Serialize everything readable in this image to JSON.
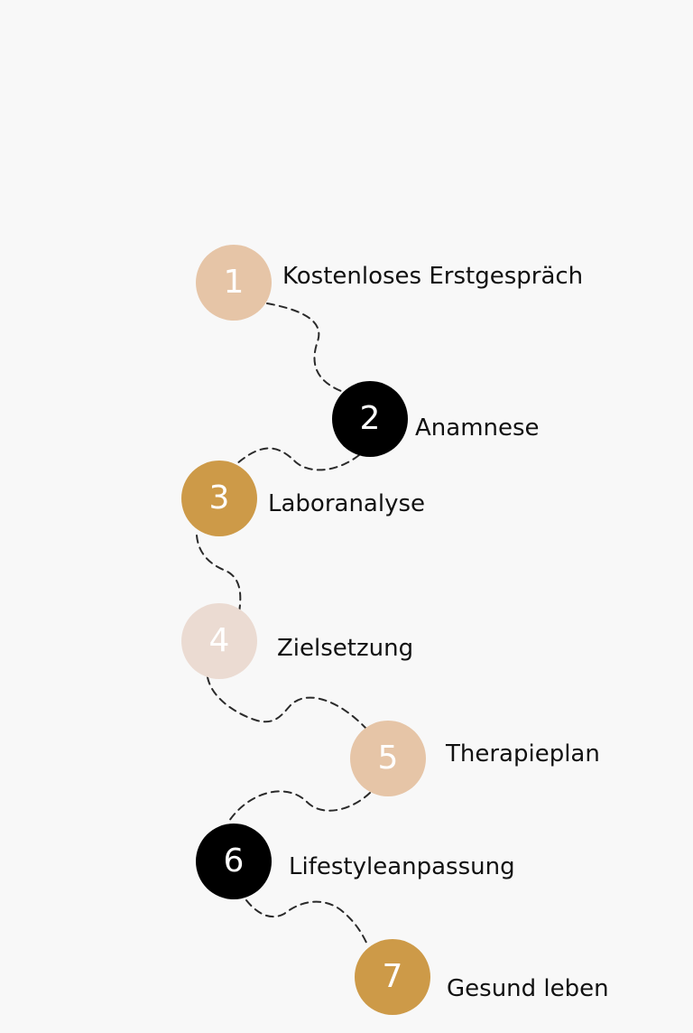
{
  "steps": [
    {
      "number": "1",
      "label": "Kostenloses Erstgespräch",
      "color": "#e6c5a7"
    },
    {
      "number": "2",
      "label": "Anamnese",
      "color": "#000000"
    },
    {
      "number": "3",
      "label": "Laboranalyse",
      "color": "#cd9a48"
    },
    {
      "number": "4",
      "label": "Zielsetzung",
      "color": "#ebdbd2"
    },
    {
      "number": "5",
      "label": "Therapieplan",
      "color": "#e6c5a7"
    },
    {
      "number": "6",
      "label": "Lifestyleanpassung",
      "color": "#000000"
    },
    {
      "number": "7",
      "label": "Gesund leben",
      "color": "#cd9a48"
    }
  ],
  "connector_color": "#2a2a2a",
  "background_color": "#f8f8f8"
}
